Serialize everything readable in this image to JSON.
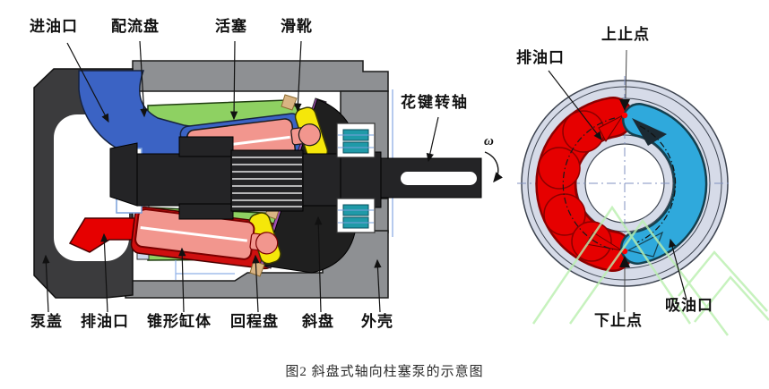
{
  "palette": {
    "blue": "#3b63c4",
    "red": "#e60000",
    "dark_red": "#cf0f0f",
    "green": "#8ed162",
    "pink": "#f2968e",
    "yellow": "#f5e70a",
    "purple": "#a14fb4",
    "teal": "#1f9aa8",
    "cyan": "#2fa9dc",
    "ring_fill": "#d6dbe8",
    "housing_gray": "#8e9093",
    "cover_dark": "#3b3b3d",
    "watermark_green": "#b9efae"
  },
  "cross_section": {
    "top_labels": [
      {
        "text": "进油口"
      },
      {
        "text": "配流盘"
      },
      {
        "text": "活塞"
      },
      {
        "text": "滑靴"
      }
    ],
    "bottom_labels": [
      {
        "text": "泵盖"
      },
      {
        "text": "排油口"
      },
      {
        "text": "锥形缸体"
      },
      {
        "text": "回程盘"
      },
      {
        "text": "斜盘"
      },
      {
        "text": "外壳"
      }
    ],
    "shaft_label": "花键转轴",
    "omega": "ω"
  },
  "valve_plate_view": {
    "top_dead_center": "上止点",
    "discharge_port": "排油口",
    "bottom_dead_center": "下止点",
    "suction_port": "吸油口"
  },
  "caption": "图2 斜盘式轴向柱塞泵的示意图"
}
